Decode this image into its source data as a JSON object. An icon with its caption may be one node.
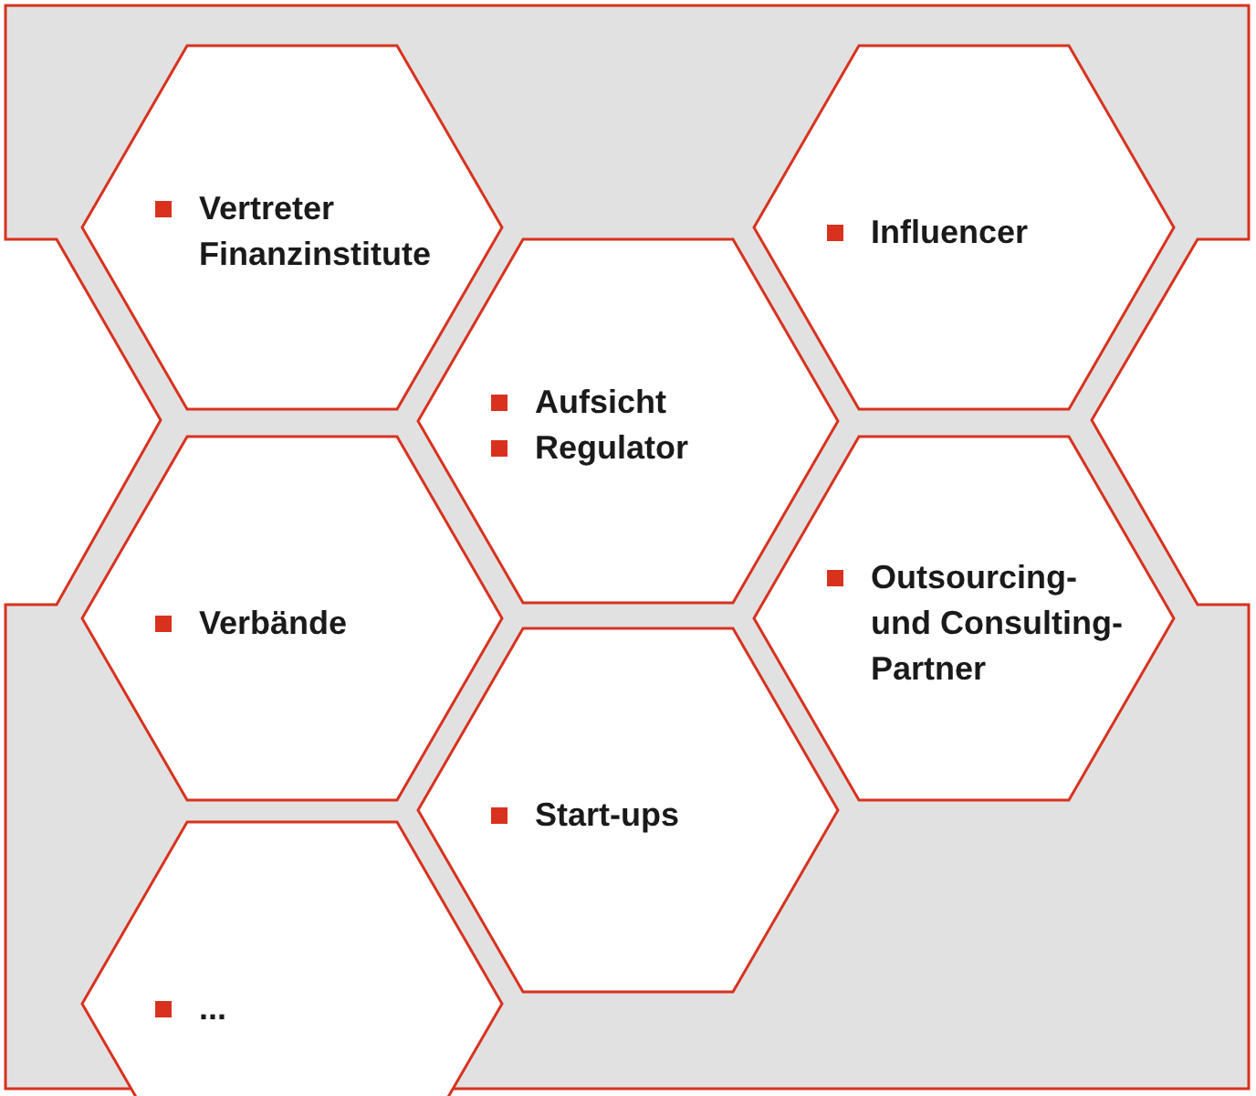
{
  "diagram": {
    "nodes": [
      {
        "text": [
          "Vertreter Finanzinstitute"
        ]
      },
      {
        "text": [
          "Influencer"
        ]
      },
      {
        "text": [
          "Aufsicht",
          "Regulator"
        ]
      },
      {
        "text": [
          "Verbände"
        ]
      },
      {
        "text": [
          "Outsourcing- und Consulting-Partner"
        ]
      },
      {
        "text": [
          "Start-ups"
        ]
      },
      {
        "text": [
          "..."
        ]
      }
    ]
  }
}
